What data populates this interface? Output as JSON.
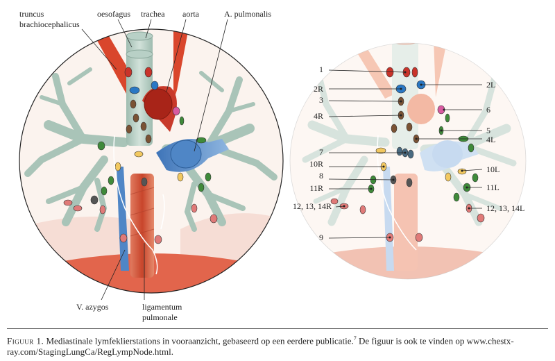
{
  "left_labels": {
    "truncus": [
      "truncus",
      "brachiocephalicus"
    ],
    "oesofagus": "oesofagus",
    "trachea": "trachea",
    "aorta": "aorta",
    "pulmonalis": "A. pulmonalis",
    "azygos": "V. azygos",
    "ligamentum": [
      "ligamentum",
      "pulmonale"
    ]
  },
  "stations_left": [
    "1",
    "2R",
    "3",
    "4R",
    "7",
    "10R",
    "8",
    "11R",
    "12, 13, 14R",
    "9"
  ],
  "stations_right": [
    "2L",
    "6",
    "5",
    "4L",
    "10L",
    "11L",
    "12, 13, 14L"
  ],
  "caption": {
    "lead": "Figuur 1.",
    "text": " Mediastinale lymfeklierstations in vooraanzicht, gebaseerd op een eerdere publicatie.",
    "ref": "7",
    "text2": " De figuur is ook te vinden op www.chestx-ray.com/StagingLungCa/RegLympNode.html."
  },
  "colors": {
    "artery": "#d9462c",
    "vein_blue": "#4f86c6",
    "lung_tree": "#a9c4b8",
    "node_red": "#c9332a",
    "node_blue": "#2a78c4",
    "node_brown": "#7a5234",
    "node_green": "#3f8a3a",
    "node_yellow": "#f2c860",
    "node_pink": "#e07a78"
  }
}
